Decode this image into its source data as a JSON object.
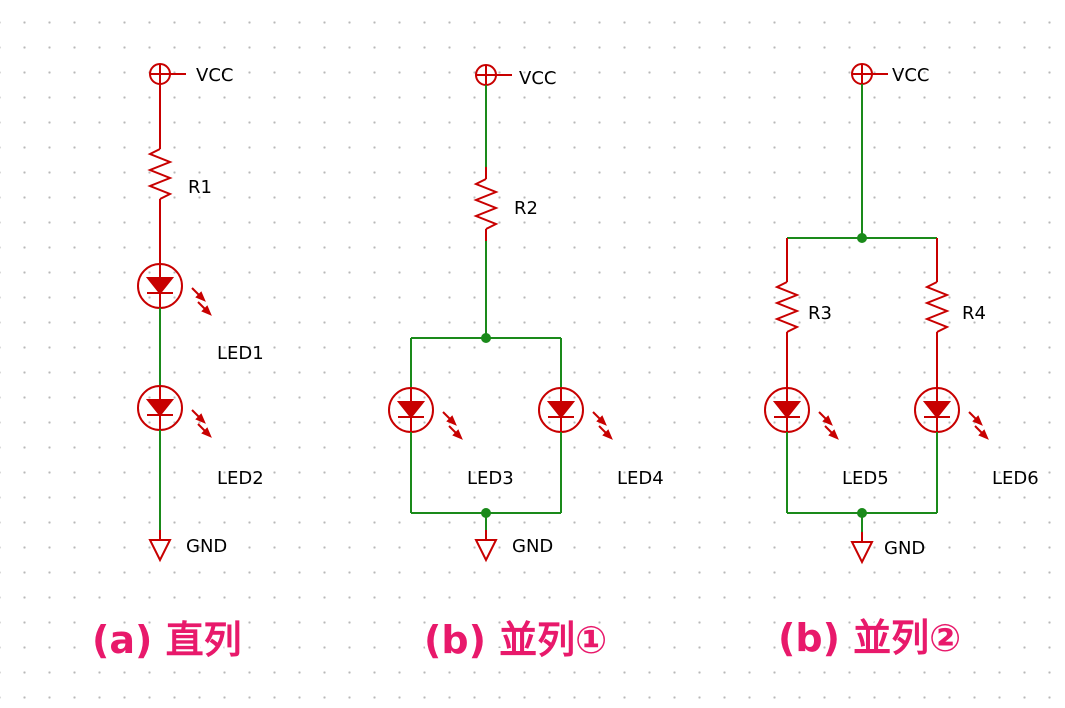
{
  "colors": {
    "wire": "#1a8a1a",
    "component": "#c80000",
    "caption": "#e8196b"
  },
  "circuits": [
    {
      "caption": "(a) 直列",
      "power_label": "VCC",
      "ground_label": "GND",
      "resistors": [
        "R1"
      ],
      "leds": [
        "LED1",
        "LED2"
      ]
    },
    {
      "caption": "(b) 並列①",
      "power_label": "VCC",
      "ground_label": "GND",
      "resistors": [
        "R2"
      ],
      "leds": [
        "LED3",
        "LED4"
      ]
    },
    {
      "caption": "(b) 並列②",
      "power_label": "VCC",
      "ground_label": "GND",
      "resistors": [
        "R3",
        "R4"
      ],
      "leds": [
        "LED5",
        "LED6"
      ]
    }
  ]
}
